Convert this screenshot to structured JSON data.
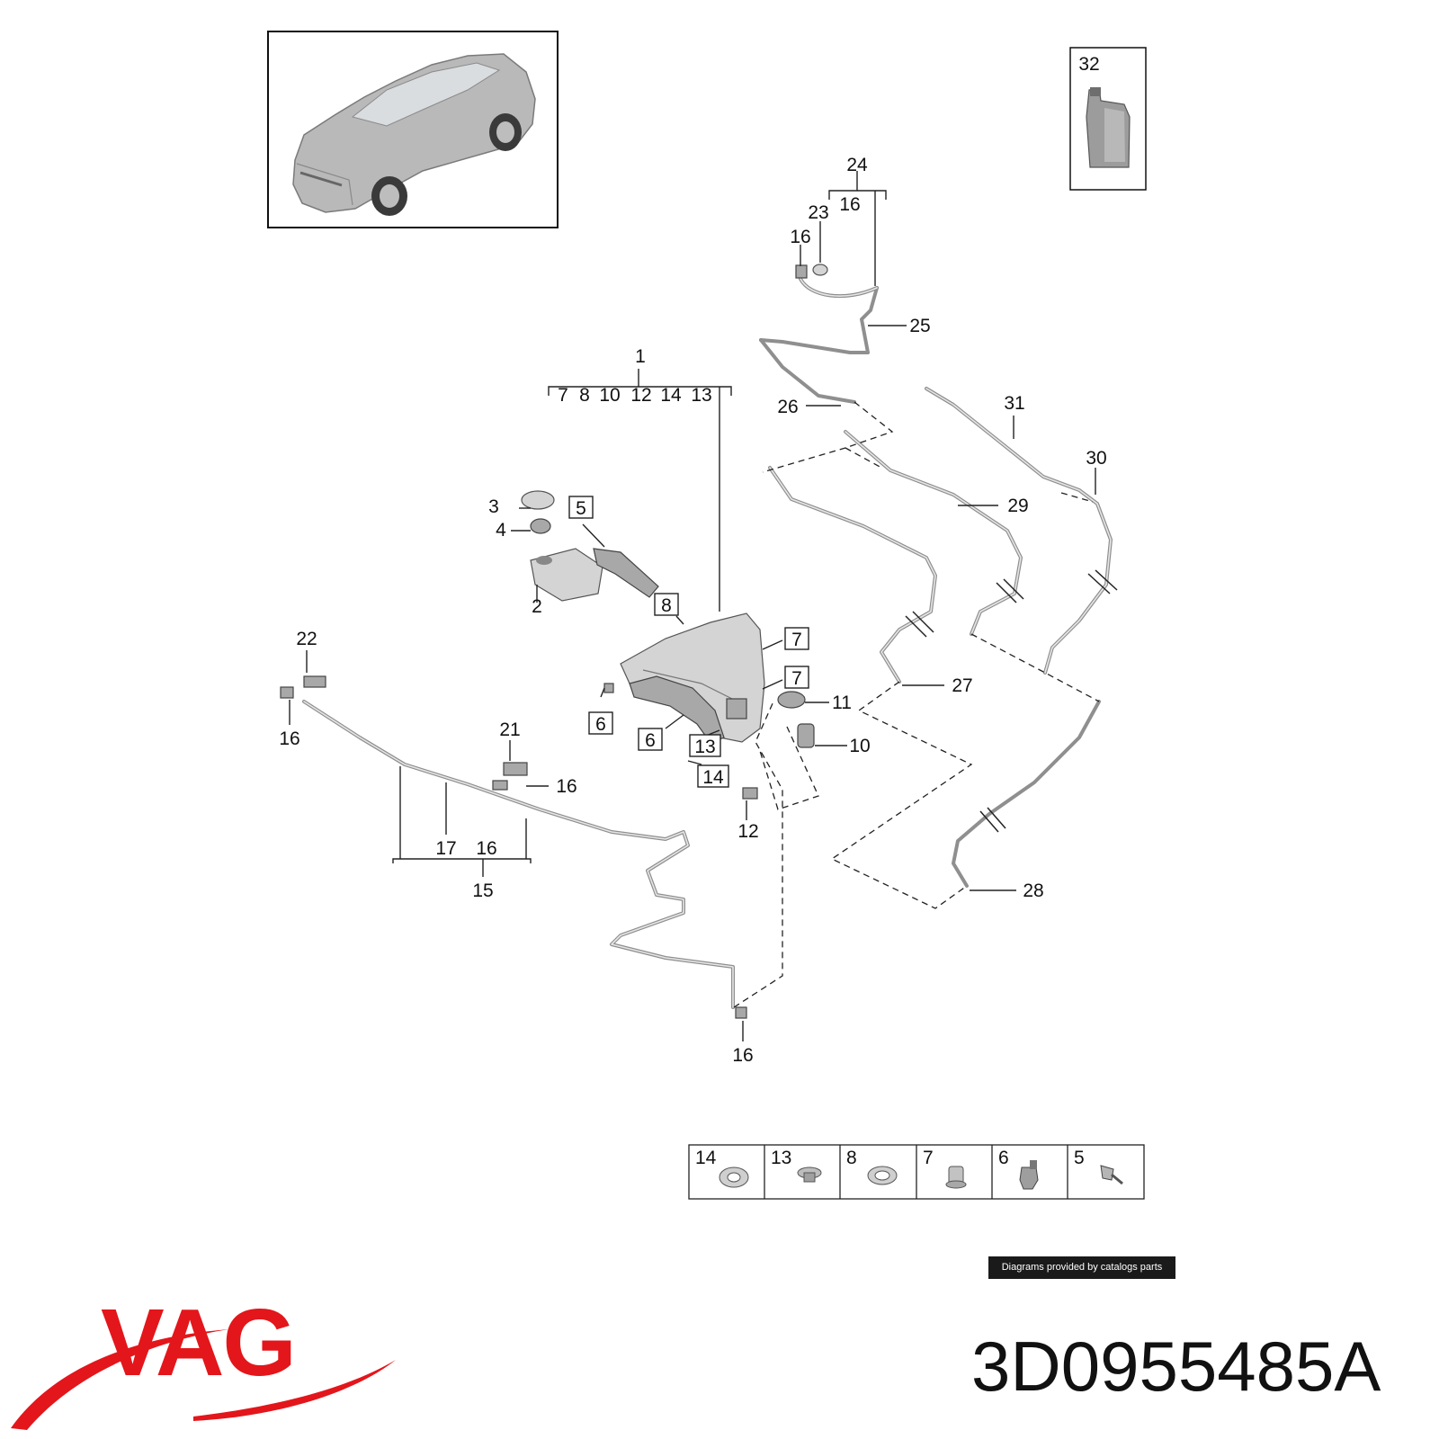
{
  "diagram": {
    "callouts": {
      "c1": "1",
      "c2": "2",
      "c3": "3",
      "c4": "4",
      "c5": "5",
      "c6a": "6",
      "c6b": "6",
      "c7a": "7",
      "c7b": "7",
      "c8": "8",
      "c10": "10",
      "c11": "11",
      "c12": "12",
      "c13": "13",
      "c14": "14",
      "c15": "15",
      "c16_main_sub": "16",
      "c16_left": "16",
      "c16_mid": "16",
      "c16_bottom": "16",
      "c16_top": "16",
      "c16_24sub": "16",
      "c17": "17",
      "c21": "21",
      "c22": "22",
      "c23": "23",
      "c24": "24",
      "c25": "25",
      "c26": "26",
      "c27": "27",
      "c28": "28",
      "c29": "29",
      "c30": "30",
      "c31": "31",
      "c32": "32"
    },
    "group_1_subparts": [
      "7",
      "8",
      "10",
      "12",
      "14",
      "13"
    ],
    "legend_cells": [
      "14",
      "13",
      "8",
      "7",
      "6",
      "5"
    ]
  },
  "footer": {
    "attribution": "Diagrams provided by catalogs parts",
    "brand": "VAG",
    "part_number": "3D0955485A"
  },
  "colors": {
    "brand_red": "#e3161b",
    "attribution_bg": "#1a1a1a"
  }
}
